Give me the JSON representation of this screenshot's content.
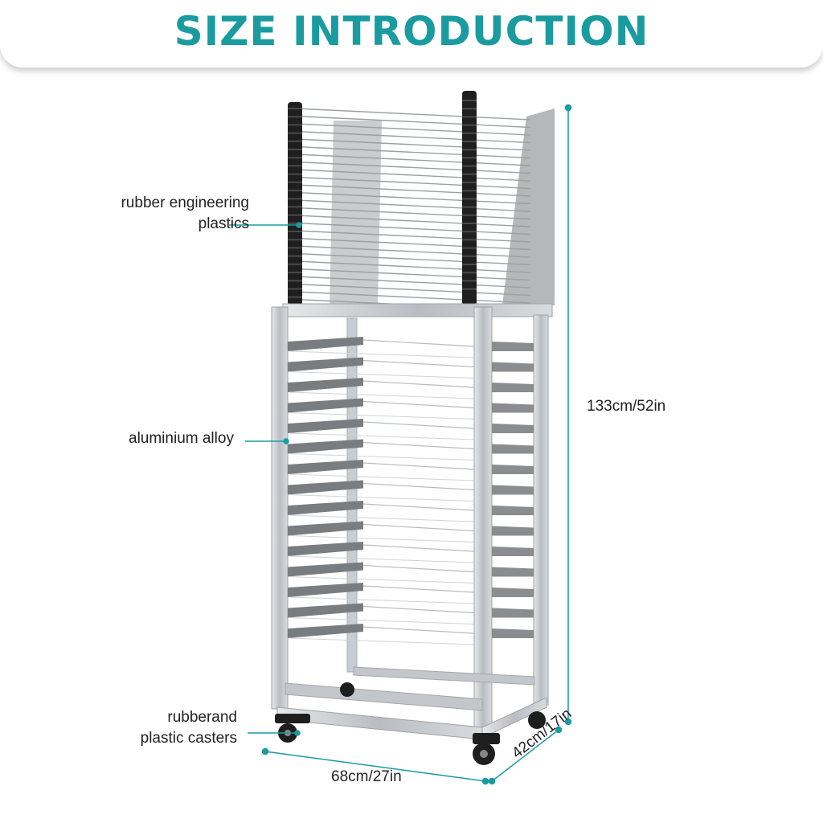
{
  "title": "SIZE INTRODUCTION",
  "colors": {
    "accent": "#1a9ba0",
    "text": "#222222",
    "frame": "#c8ccd0"
  },
  "callouts": {
    "rubber": {
      "line1": "rubber engineering",
      "line2": "plastics"
    },
    "aluminium": "aluminium alloy",
    "casters": {
      "line1": "rubberand",
      "line2": "plastic casters"
    }
  },
  "dimensions": {
    "height": "133cm/52in",
    "width": "68cm/27in",
    "depth": "42cm/17in"
  }
}
